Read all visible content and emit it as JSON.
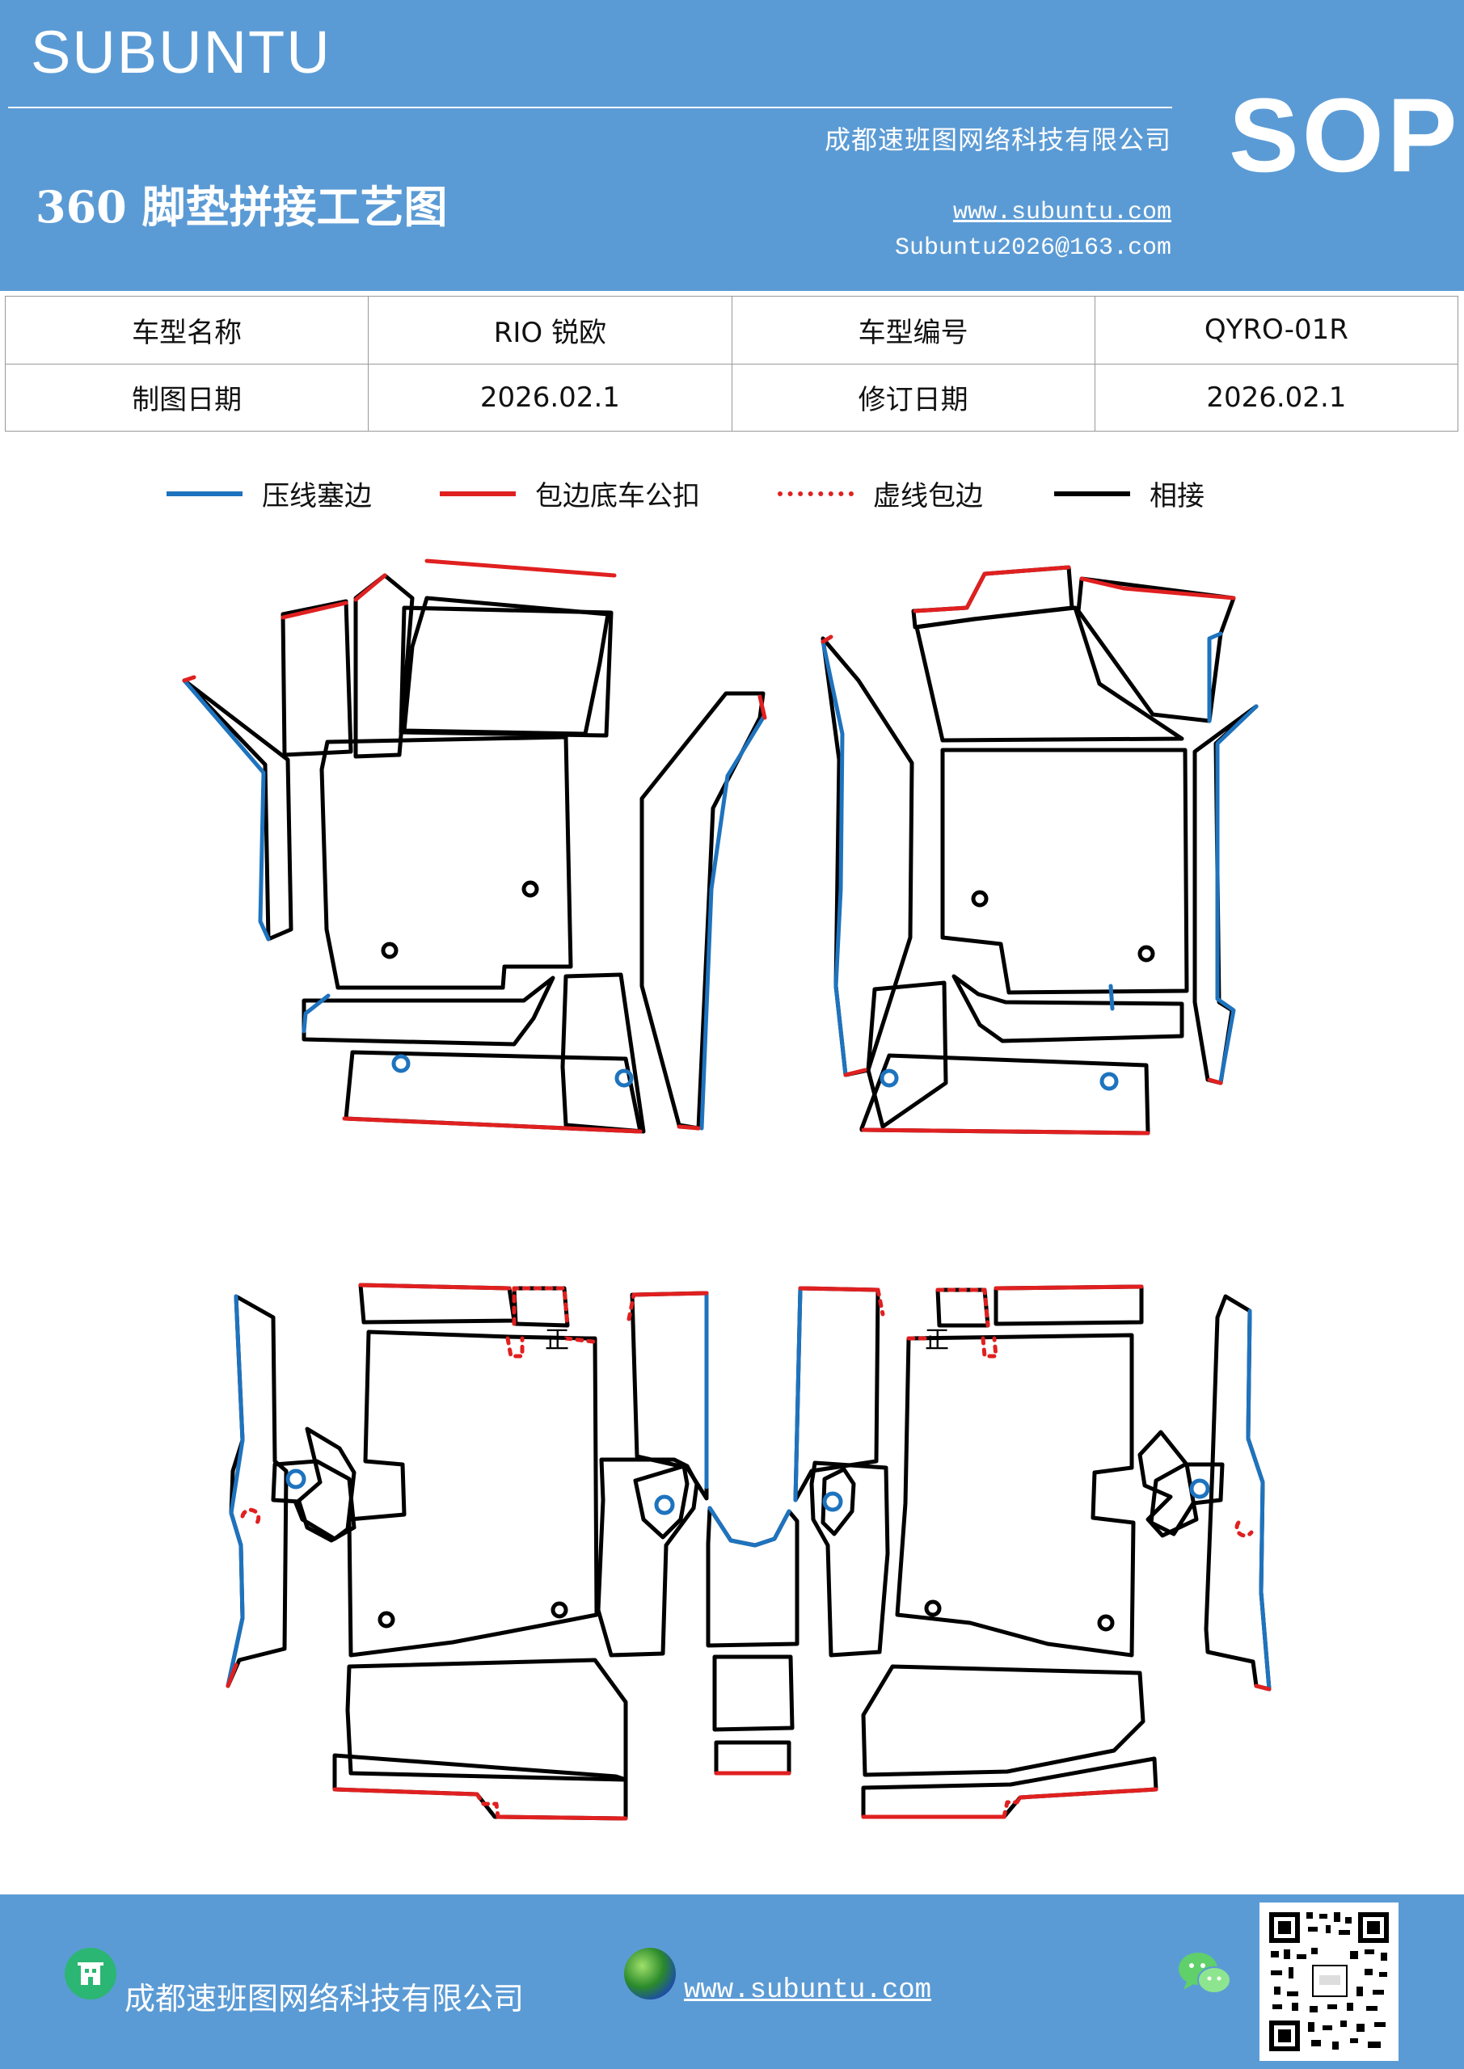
{
  "header": {
    "brand": "SUBUNTU",
    "company": "成都速班图网络科技有限公司",
    "title": "360 脚垫拼接工艺图",
    "website": "www.subuntu.com",
    "email": "Subuntu2026@163.com",
    "badge": "SOP"
  },
  "info": {
    "model_name_label": "车型名称",
    "model_name_value": "RIO 锐欧",
    "model_code_label": "车型编号",
    "model_code_value": "QYRO-01R",
    "draw_date_label": "制图日期",
    "draw_date_value": "2026.02.1",
    "revise_date_label": "修订日期",
    "revise_date_value": "2026.02.1"
  },
  "legend": [
    {
      "label": "压线塞边",
      "color": "#1E73BE",
      "style": "solid"
    },
    {
      "label": "包边底车公扣",
      "color": "#E02020",
      "style": "solid"
    },
    {
      "label": "虚线包边",
      "color": "#E02020",
      "style": "dotted"
    },
    {
      "label": "相接",
      "color": "#000000",
      "style": "solid"
    }
  ],
  "drawing": {
    "marks": [
      "正",
      "正"
    ]
  },
  "footer": {
    "company": "成都速班图网络科技有限公司",
    "website": "www.subuntu.com ",
    "icons": [
      "building-icon",
      "globe-icon",
      "wechat-icon",
      "qr-code"
    ]
  }
}
